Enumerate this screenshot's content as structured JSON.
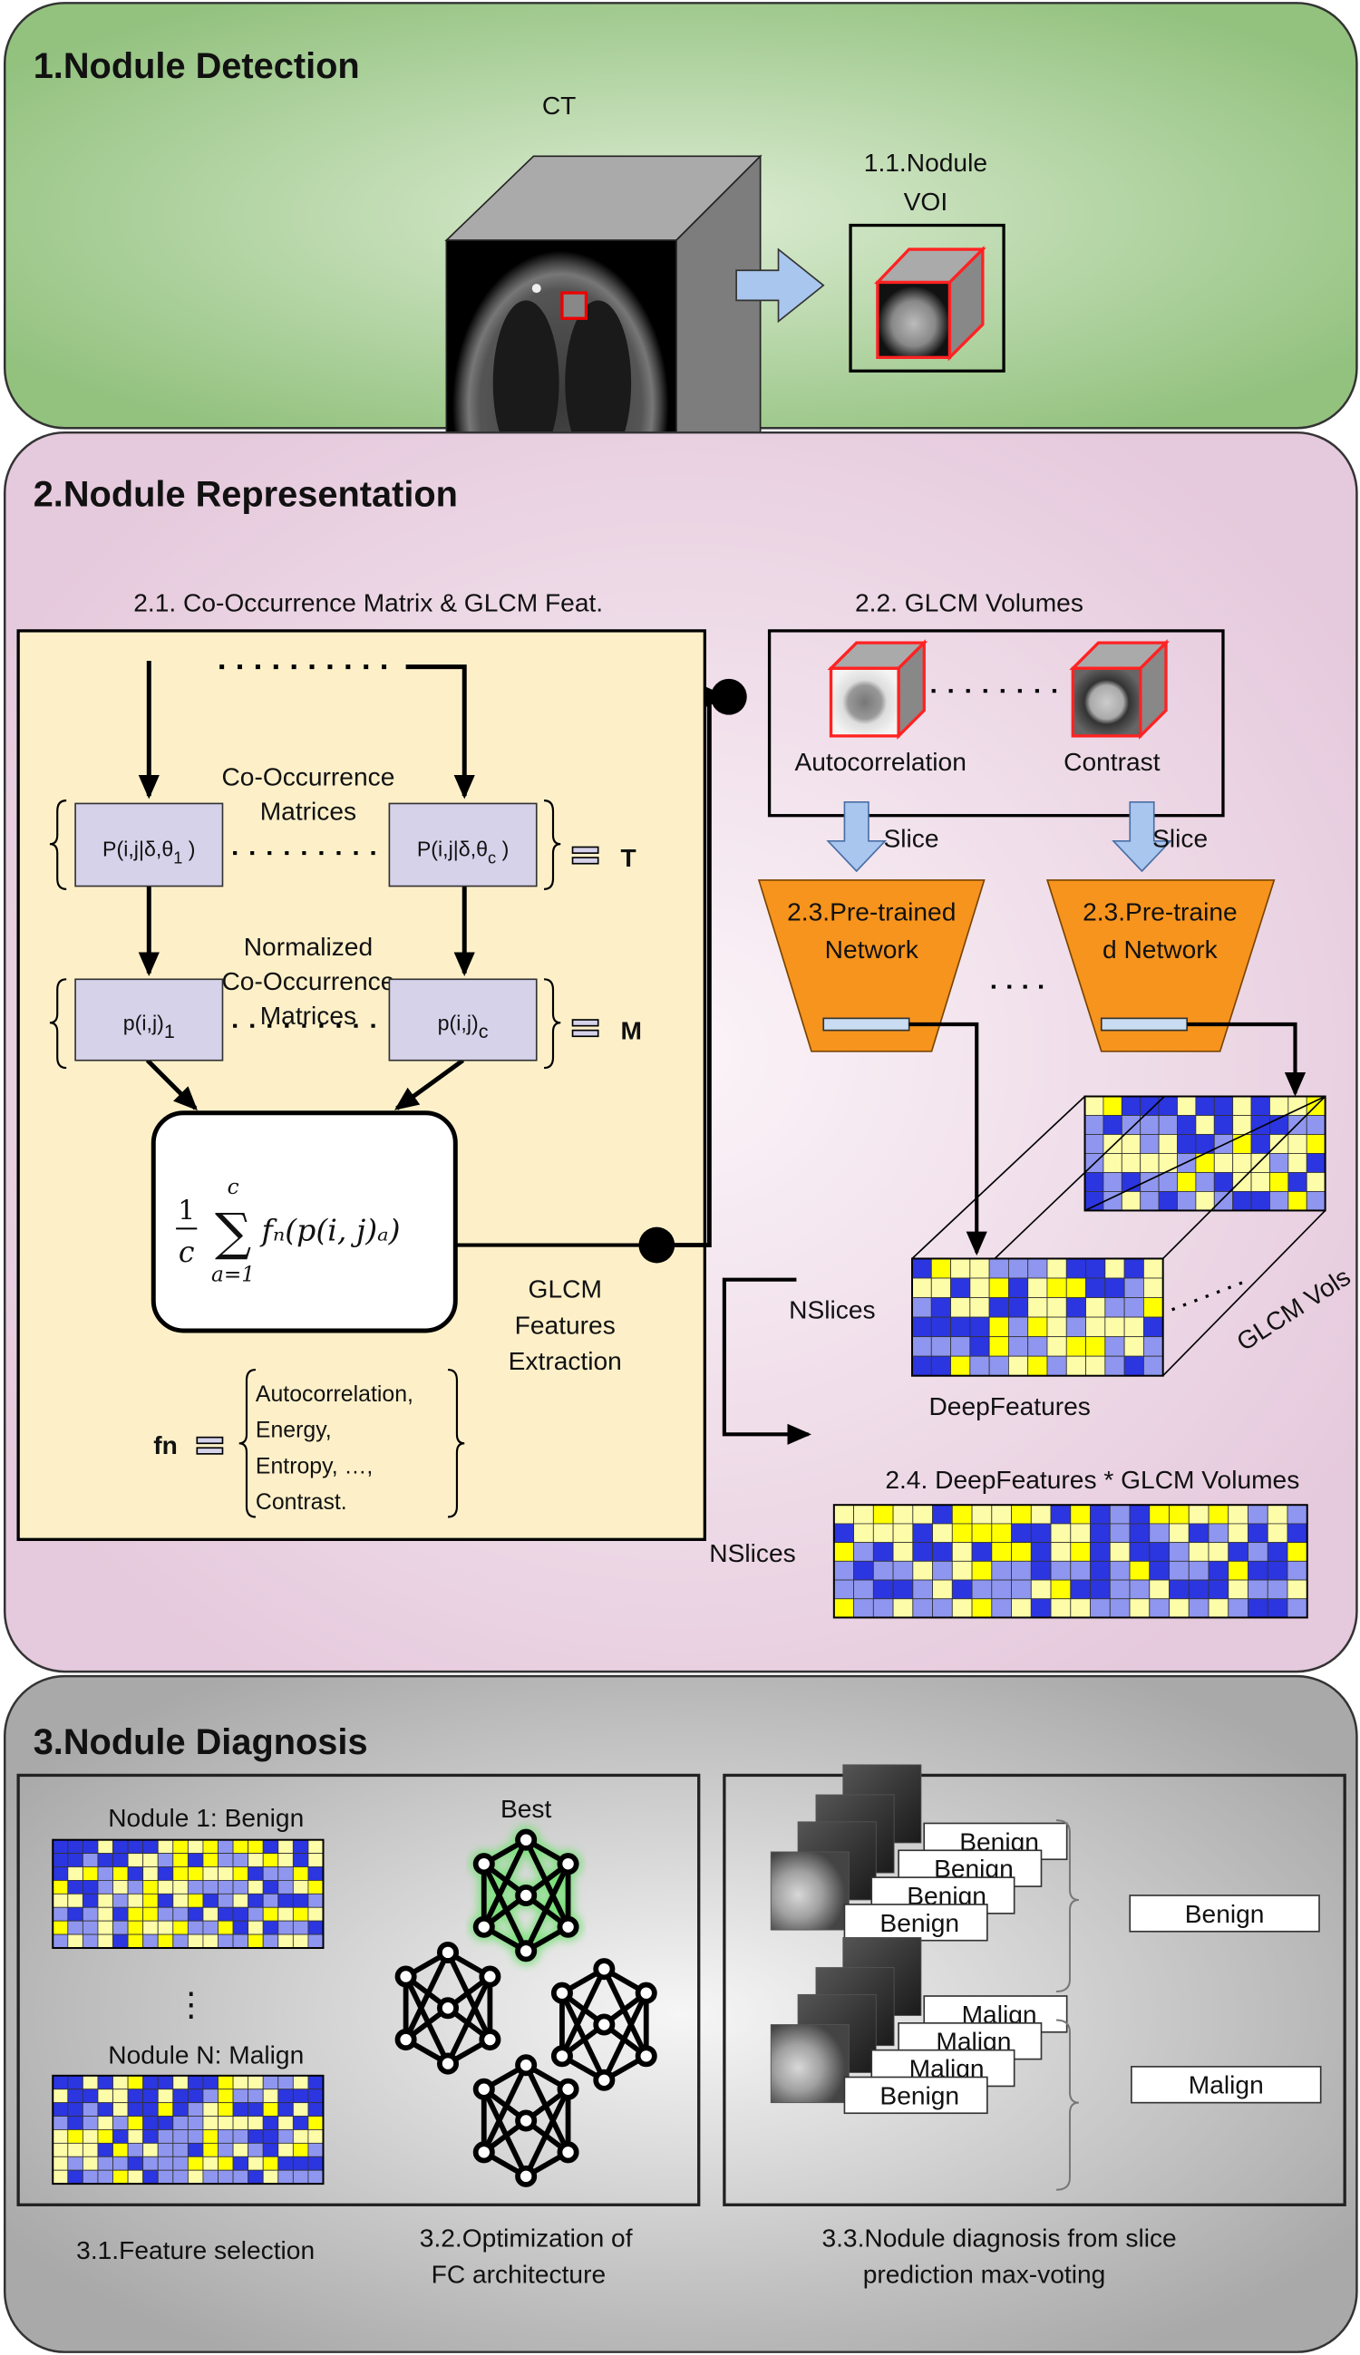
{
  "colors": {
    "detection_bg": "#c9e2bd",
    "representation_bg": "#eed9e6",
    "diagnosis_bg": "#dcdcdc",
    "feature_box": "#fdf0c9",
    "matrix_box": "#d6d2ea",
    "network": "#f7941d",
    "arrow_blue": "#a9c6ee",
    "grid_dark": "#2b35e0",
    "grid_mid": "#8f96ef",
    "grid_light": "#fdfca8",
    "grid_yellow": "#ffff00",
    "voi_red": "#ff2020",
    "best_glow": "#7be07b"
  },
  "section1": {
    "title": "1.Nodule Detection",
    "ct_label": "CT",
    "voi_label_line1": "1.1.Nodule",
    "voi_label_line2": "VOI"
  },
  "section2": {
    "title": "2.Nodule Representation",
    "glcm_feat": {
      "title": "2.1. Co-Occurrence Matrix & GLCM Feat.",
      "cooc_label_line1": "Co-Occurrence",
      "cooc_label_line2": "Matrices",
      "matrix_first": "P(i,j|δ,θ",
      "matrix_first_sub": "1",
      "matrix_last": "P(i,j|δ,θ",
      "matrix_last_sub": "c",
      "equiv": "≡",
      "T": "T",
      "norm_label_line1": "Normalized",
      "norm_label_line2": "Co-Occurrence",
      "norm_label_line3": "Matrices",
      "norm_first": "p(i,j)",
      "norm_first_sub": "1",
      "norm_last": "p(i,j)",
      "norm_last_sub": "c",
      "M": "M",
      "formula_frac_num": "1",
      "formula_frac_den": "c",
      "formula_sum_top": "c",
      "formula_sum_bottom": "a=1",
      "formula_body": "fₙ(p(i, j)ₐ)",
      "extraction_line1": "GLCM",
      "extraction_line2": "Features",
      "extraction_line3": "Extraction",
      "fn_label": "fn",
      "fn_list": [
        "Autocorrelation,",
        "Energy,",
        "Entropy, …,",
        "Contrast."
      ]
    },
    "glcm_volumes": {
      "title": "2.2. GLCM Volumes",
      "first": "Autocorrelation",
      "last": "Contrast"
    },
    "slice_label": "Slice",
    "network_left_line1": "2.3.Pre-trained",
    "network_left_line2": "Network",
    "network_right_line1": "2.3.Pre-traine",
    "network_right_line2": "d Network",
    "nslices": "NSlices",
    "glcm_vols": "GLCM Vols",
    "deep_features": "DeepFeatures",
    "combined_title": "2.4. DeepFeatures * GLCM Volumes",
    "combined_nslices": "NSlices"
  },
  "section3": {
    "title": "3.Nodule Diagnosis",
    "nodule_first": "Nodule 1: Benign",
    "nodule_ellipsis": "⋮",
    "nodule_last": "Nodule N: Malign",
    "best": "Best",
    "group1_slices": [
      "Benign",
      "Benign",
      "Benign",
      "Benign"
    ],
    "group1_result": "Benign",
    "group2_slices": [
      "Malign",
      "Malign",
      "Malign",
      "Benign"
    ],
    "group2_result": "Malign",
    "caption_31": "3.1.Feature selection",
    "caption_32_line1": "3.2.Optimization of",
    "caption_32_line2": "FC architecture",
    "caption_33_line1": "3.3.Nodule diagnosis from slice",
    "caption_33_line2": "prediction max-voting"
  }
}
